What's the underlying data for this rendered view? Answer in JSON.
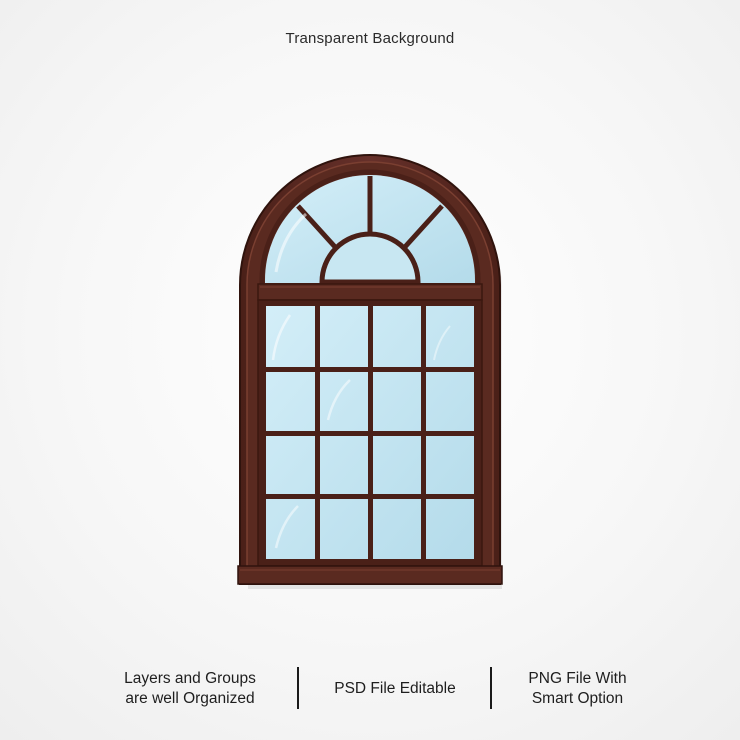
{
  "caption": "Transparent Background",
  "features": [
    {
      "line1": "Layers and Groups",
      "line2": "are well Organized"
    },
    {
      "line1": "PSD File Editable"
    },
    {
      "line1": "PNG File With",
      "line2": "Smart Option"
    }
  ],
  "colors": {
    "frame": "#5a2a20",
    "frame_dark": "#3e1a13",
    "frame_light": "#7a3f31",
    "glass": "#bfe3f0",
    "glass_light": "#d9f0f8"
  }
}
